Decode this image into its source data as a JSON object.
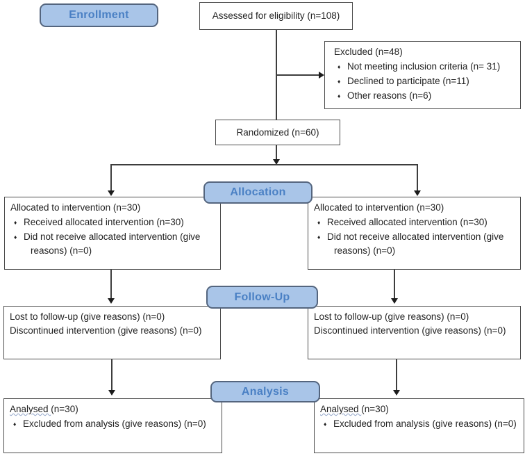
{
  "stage_labels": {
    "enrollment": "Enrollment",
    "allocation": "Allocation",
    "follow_up": "Follow-Up",
    "analysis": "Analysis"
  },
  "bullet_char": "♦",
  "colors": {
    "label_fill": "#a9c5e8",
    "label_border": "#54657e",
    "label_text": "#4a80c4",
    "box_border": "#4a4a4a",
    "text": "#1f1f1f",
    "connector": "#3d3d3d",
    "misspell_underline": "#8fa3c8"
  },
  "boxes": {
    "assessed": {
      "text": "Assessed for eligibility (n=108)"
    },
    "excluded": {
      "title": "Excluded (n=48)",
      "items": [
        "Not meeting inclusion criteria (n= 31)",
        "Declined to participate (n=11)",
        "Other reasons (n=6)"
      ]
    },
    "randomized": {
      "text": "Randomized (n=60)"
    },
    "allocation_left": {
      "title": "Allocated to intervention (n=30)",
      "items": [
        "Received allocated intervention (n=30)",
        "Did not receive allocated intervention (give reasons) (n=0)"
      ]
    },
    "allocation_right": {
      "title": "Allocated to intervention (n=30)",
      "items": [
        "Received allocated intervention (n=30)",
        "Did not receive allocated intervention (give reasons) (n=0)"
      ]
    },
    "followup_left": {
      "lines": [
        "Lost to follow-up (give reasons) (n=0)",
        "Discontinued intervention (give reasons) (n=0)"
      ]
    },
    "followup_right": {
      "lines": [
        "Lost to follow-up (give reasons) (n=0)",
        "Discontinued intervention (give reasons) (n=0)"
      ]
    },
    "analysis_left": {
      "title_word": "Analysed ",
      "title_rest": "(n=30)",
      "items": [
        "Excluded from analysis (give reasons) (n=0)"
      ]
    },
    "analysis_right": {
      "title_word": "Analysed ",
      "title_rest": "(n=30)",
      "items": [
        "Excluded from analysis (give reasons) (n=0)"
      ]
    }
  }
}
